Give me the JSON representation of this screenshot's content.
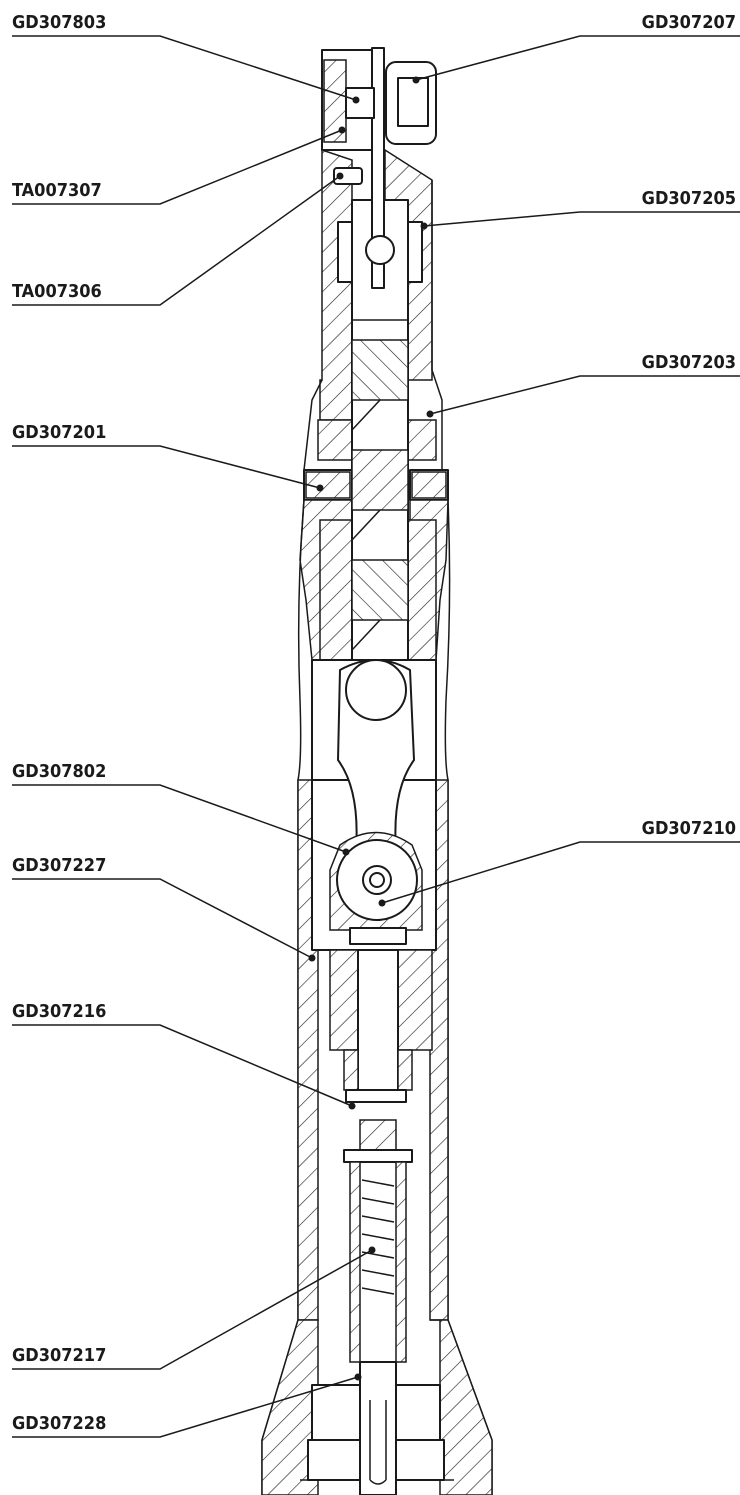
{
  "labels": {
    "gd307803": "GD307803",
    "ta007307": "TA007307",
    "ta007306": "TA007306",
    "gd307201": "GD307201",
    "gd307802": "GD307802",
    "gd307227": "GD307227",
    "gd307216": "GD307216",
    "gd307217": "GD307217",
    "gd307228": "GD307228",
    "gd307207": "GD307207",
    "gd307205": "GD307205",
    "gd307203": "GD307203",
    "gd307210": "GD307210"
  }
}
